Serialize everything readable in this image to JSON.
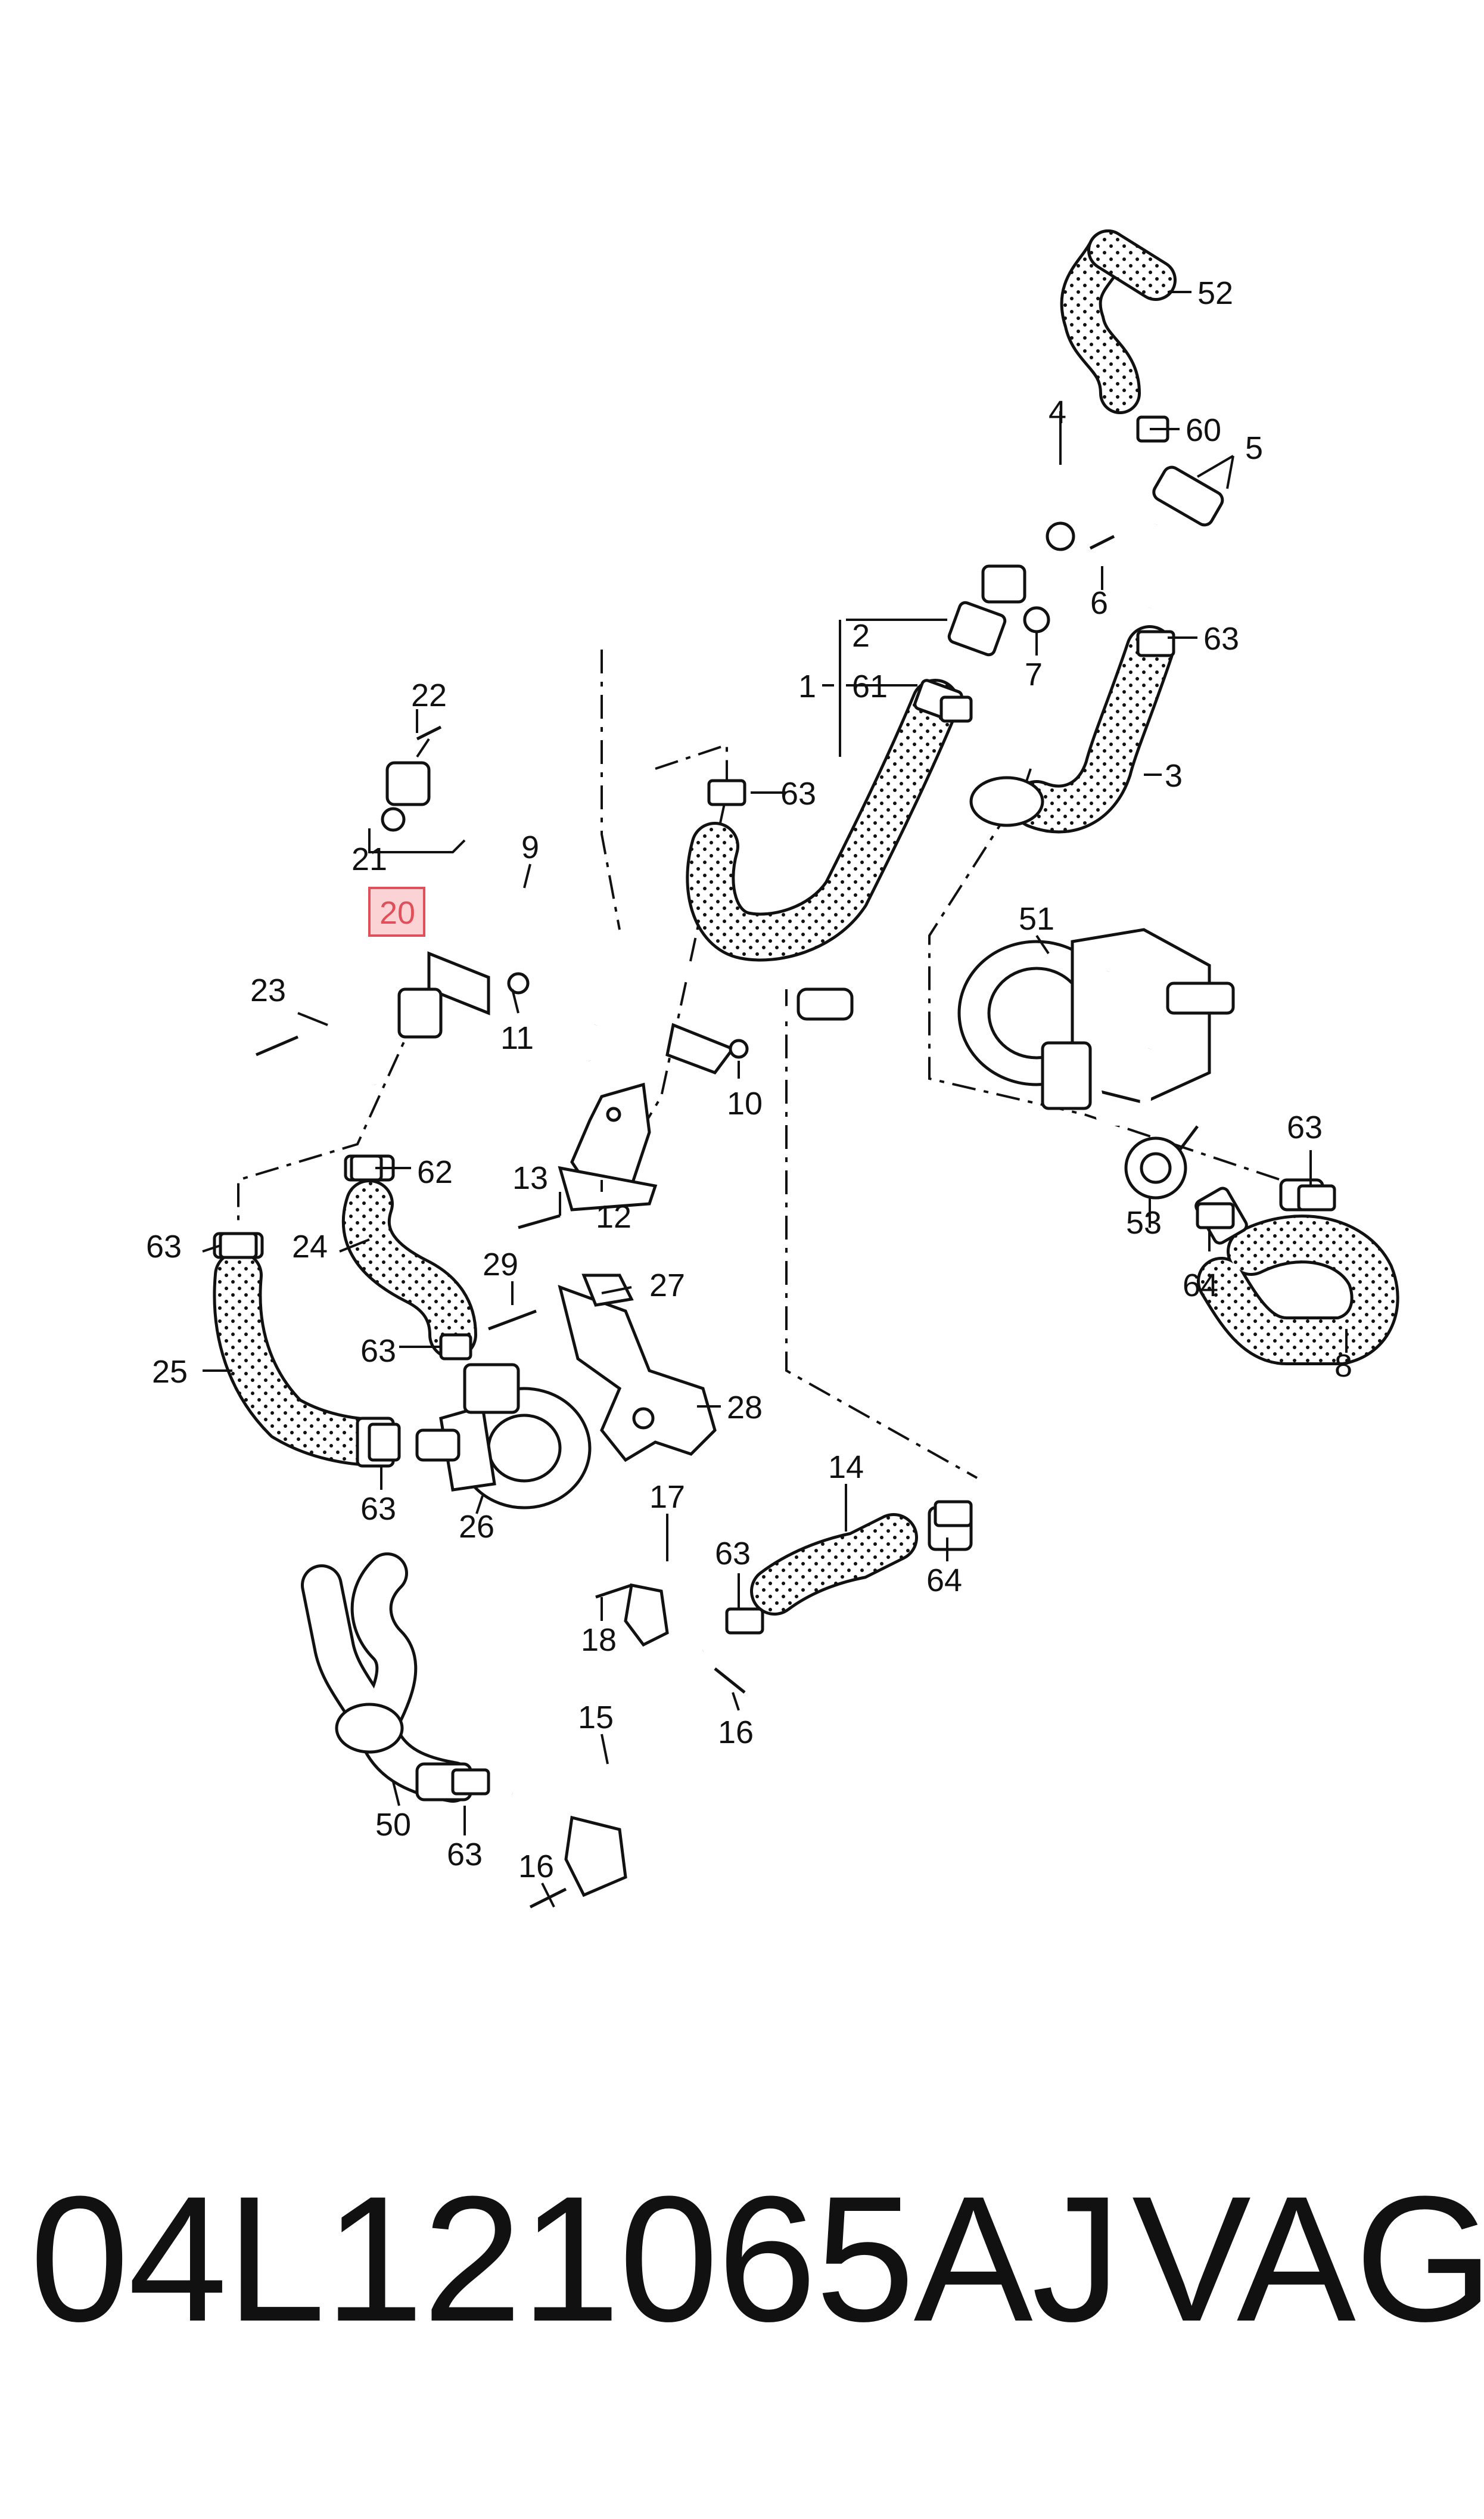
{
  "labels": {
    "c1": "1",
    "c2": "2",
    "c3": "3",
    "c4": "4",
    "c5": "5",
    "c6": "6",
    "c7": "7",
    "c8": "8",
    "c9": "9",
    "c10": "10",
    "c11": "11",
    "c12": "12",
    "c13": "13",
    "c14": "14",
    "c15": "15",
    "c16a": "16",
    "c16b": "16",
    "c17": "17",
    "c18": "18",
    "c20": "20",
    "c21": "21",
    "c22": "22",
    "c23": "23",
    "c24": "24",
    "c25": "25",
    "c26": "26",
    "c27": "27",
    "c28": "28",
    "c29": "29",
    "c50": "50",
    "c51": "51",
    "c52": "52",
    "c53": "53",
    "c60": "60",
    "c61": "61",
    "c62": "62",
    "c63a": "63",
    "c63b": "63",
    "c63c": "63",
    "c63d": "63",
    "c63e": "63",
    "c63f": "63",
    "c63g": "63",
    "c63h": "63",
    "c64a": "64",
    "c64b": "64"
  },
  "highlighted_callout": "20",
  "colors": {
    "highlight_fill": "#fbd3d5",
    "highlight_border": "#e0505a",
    "line": "#111111"
  },
  "footer": {
    "part_number": "04L121065AJ",
    "brand": "VAG"
  }
}
